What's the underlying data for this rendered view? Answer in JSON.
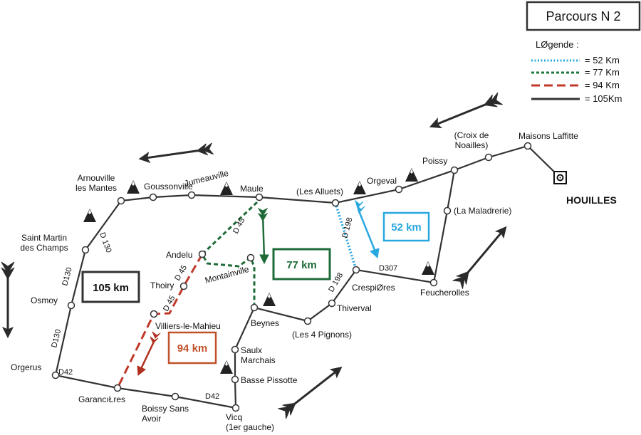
{
  "title": "Parcours N 2",
  "legend": {
    "heading": "LØgende :",
    "items": [
      {
        "label": "= 52 Km",
        "color": "#29a8e0",
        "style": "dotted"
      },
      {
        "label": "= 77 Km",
        "color": "#1e7a3c",
        "style": "dashed"
      },
      {
        "label": "=  94 Km",
        "color": "#c0392b",
        "style": "long-dashed"
      },
      {
        "label": "= 105Km",
        "color": "#333333",
        "style": "solid"
      }
    ]
  },
  "routes": {
    "r105": {
      "label": "105 km",
      "color": "#333333"
    },
    "r77": {
      "label": "77 km",
      "color": "#1e6b38"
    },
    "r94": {
      "label": "94 km",
      "color": "#c0522b"
    },
    "r52": {
      "label": "52 km",
      "color": "#29a8e0"
    }
  },
  "places": {
    "arnouville": "Arnouville\nles Mantes",
    "goussonville": "Goussonville",
    "jumeauville": "Jumeauville",
    "maule": "Maule",
    "les_alluets": "(Les Alluets)",
    "orgeval": "Orgeval",
    "poissy": "Poissy",
    "croix_noailles": "(Croix de\nNoailles)",
    "maisons_laffitte": "Maisons Laffitte",
    "houilles": "HOUILLES",
    "la_maladrerie": "(La Maladrerie)",
    "saint_martin": "Saint Martin\ndes Champs",
    "andelu": "Andelu",
    "thoiry": "Thoiry",
    "montainville": "Montainville",
    "osmoy": "Osmoy",
    "villiers": "Villiers-le-Mahieu",
    "beynes": "Beynes",
    "les_4_pignons": "(Les 4 Pignons)",
    "thiverval": "Thiverval",
    "crespieres": "CrespiØres",
    "feucherolles": "Feucherolles",
    "orgerus": "Orgerus",
    "saulx": "Saulx\nMarchais",
    "basse_pissotte": "Basse Pissotte",
    "garancieres": "GarancıŁres",
    "boissy": "Boissy Sans\nAvoir",
    "vicq": "Vicq\n(1er   gauche)"
  },
  "roads": {
    "d130_top": "D 130",
    "d130_mid": "D130",
    "d130_low": "D130",
    "d45_a": "D 45",
    "d45_b": "D 45",
    "d45_c": "D 45",
    "d198_a": "D 198",
    "d198_b": "D 198",
    "d307": "D307",
    "d42_a": "D42",
    "d42_b": "D42"
  },
  "icons": {
    "summit": "mountain-icon",
    "arrow": "direction-arrow-icon",
    "destination": "destination-icon"
  }
}
